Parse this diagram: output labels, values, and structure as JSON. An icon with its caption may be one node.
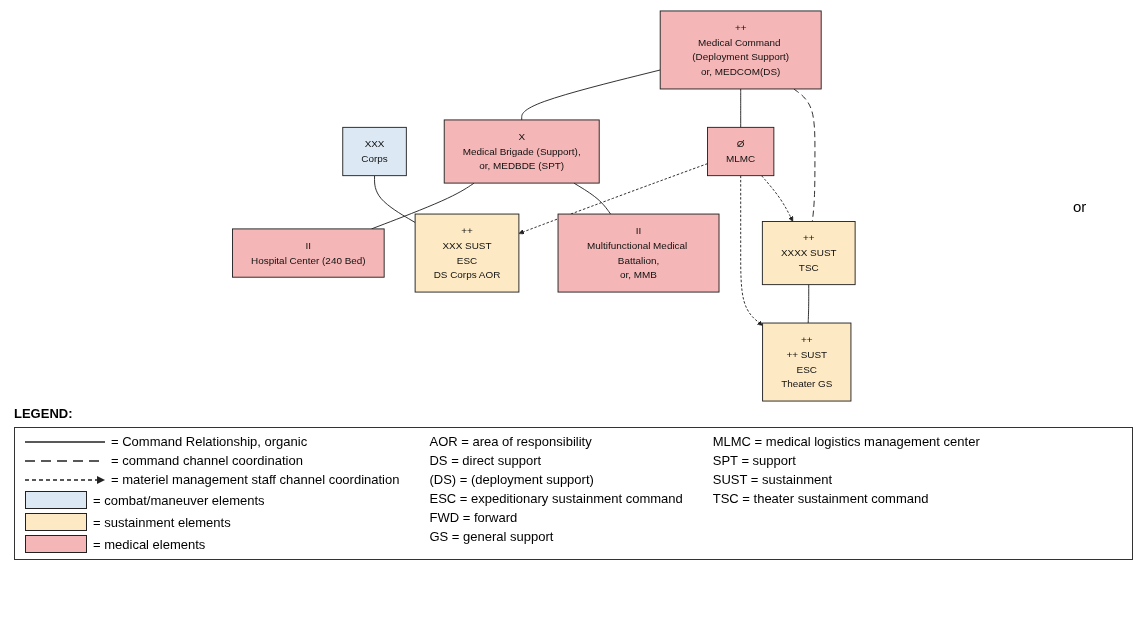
{
  "diagram": {
    "nodes": [
      {
        "text": [
          "++",
          "XXXX SUST",
          "TSC"
        ]
      },
      {
        "text": [
          "++",
          "++ SUST",
          "ESC",
          "Theater GS"
        ]
      },
      {
        "text": [
          "XXX",
          "Corps"
        ]
      },
      {
        "text": [
          "++",
          "XXX SUST",
          "ESC",
          "DS Corps AOR"
        ]
      },
      {
        "text": [
          "Ø",
          "MLMC"
        ]
      },
      {
        "text": [
          "++",
          "Medical Command (Deployment Support)",
          "or, MEDCOM(DS)"
        ]
      },
      {
        "text": [
          "X",
          "Medical Brigade (Support),",
          "or, MEDBDE (SPT)"
        ]
      },
      {
        "text": [
          "II",
          "Multifunctional Medical Battalion,",
          "or, MMB"
        ]
      },
      {
        "text": [
          "II",
          "Hospital Center (240 Bed)"
        ]
      }
    ],
    "edges": [
      {
        "from": 0,
        "to": 1,
        "arrow": "none"
      },
      {
        "from": 2,
        "to": 3,
        "arrow": "none"
      },
      {
        "from": 5,
        "to": 0,
        "arrow": "none",
        "style": "dashed"
      },
      {
        "from": 5,
        "to": 4,
        "arrow": "none"
      },
      {
        "from": 5,
        "to": 6,
        "arrow": "none"
      },
      {
        "from": 6,
        "to": 7,
        "arrow": "none"
      },
      {
        "from": 6,
        "to": 8,
        "arrow": "none"
      },
      {
        "from": 4,
        "to": 0,
        "arrow": "to",
        "style": "dashed"
      },
      {
        "from": 4,
        "to": 1,
        "arrow": "to",
        "style": "dashed"
      },
      {
        "from": 4,
        "to": 3,
        "arrow": "to",
        "style": "dashed"
      }
    ],
    "labels": [
      "or",
      "LEGEND:",
      "AOR = area of responsibility",
      "DS = direct support",
      "(DS) = (deployment support)",
      "ESC = expeditionary sustainment command",
      "FWD = forward",
      "GS = general support",
      "MLMC = medical logistics management center",
      "SPT = support",
      "SUST = sustainment",
      "TSC = theater sustainment command"
    ],
    "legend": [
      {
        "text": "= Command Relationship, organic"
      },
      {
        "text": "= command channel coordination"
      },
      {
        "text": "= materiel management staff channel coordination"
      },
      {
        "text": "= combat/maneuver elements",
        "color": "#dce8f4"
      },
      {
        "text": "= sustainment elements",
        "color": "#fde9c4"
      },
      {
        "text": "= medical elements",
        "color": "#f4b6b6"
      }
    ]
  }
}
